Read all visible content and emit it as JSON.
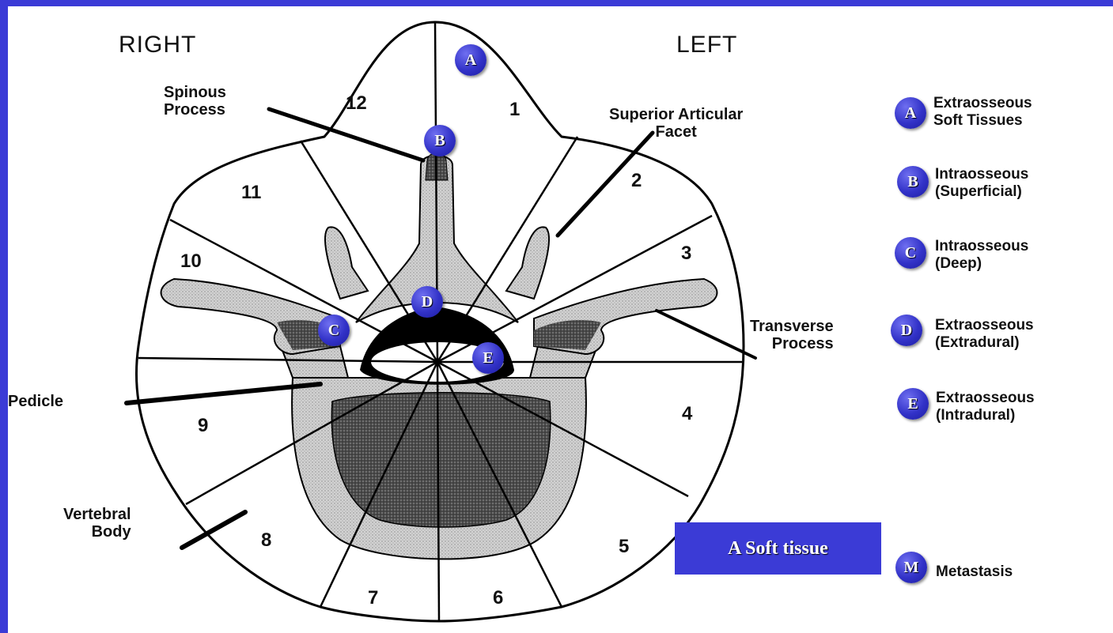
{
  "headings": {
    "right": "RIGHT",
    "left": "LEFT"
  },
  "zones": [
    "12",
    "1",
    "2",
    "3",
    "4",
    "5",
    "6",
    "7",
    "8",
    "9",
    "10",
    "11"
  ],
  "anatomy_labels": {
    "spinous_process": "Spinous\nProcess",
    "superior_articular_facet": "Superior Articular\nFacet",
    "transverse_process": "Transverse\nProcess",
    "pedicle": "Pedicle",
    "vertebral_body": "Vertebral\nBody"
  },
  "diagram_badges": {
    "a": "A",
    "b": "B",
    "c": "C",
    "d": "D",
    "e": "E"
  },
  "legend": [
    {
      "letter": "A",
      "text": "Extraosseous\nSoft Tissues"
    },
    {
      "letter": "B",
      "text": "Intraosseous\n(Superficial)"
    },
    {
      "letter": "C",
      "text": "Intraosseous\n(Deep)"
    },
    {
      "letter": "D",
      "text": "Extraosseous\n(Extradural)"
    },
    {
      "letter": "E",
      "text": "Extraosseous\n(Intradural)"
    }
  ],
  "metastasis": {
    "letter": "M",
    "text": "Metastasis"
  },
  "soft_tissue_box": "A Soft tissue",
  "colors": {
    "frame": "#3b3bd6",
    "badge": "#3232c8",
    "stipple_light": "#c9c9c9",
    "stipple_dark": "#444444"
  }
}
